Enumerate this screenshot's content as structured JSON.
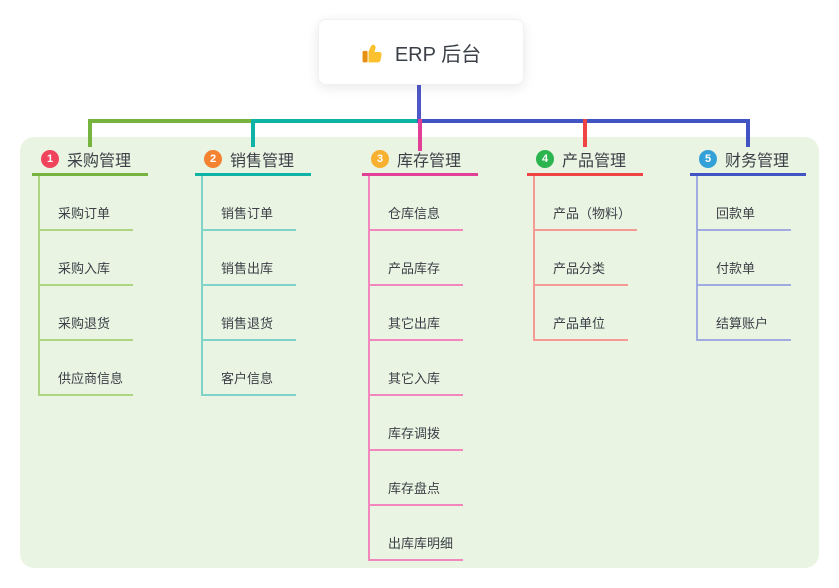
{
  "root": {
    "title": "ERP 后台",
    "icon": "thumbs-up-icon"
  },
  "colors": {
    "canvas_bg": "#ffffff",
    "board_bg": "#e9f5e2",
    "root_stem": "#4f58c9",
    "text": "#3b4048"
  },
  "branches": [
    {
      "badge": "1",
      "label": "采购管理",
      "badge_color": "#f0435c",
      "line_color": "#77b43f",
      "child_line_color": "#aed581",
      "children": [
        "采购订单",
        "采购入库",
        "采购退货",
        "供应商信息"
      ]
    },
    {
      "badge": "2",
      "label": "销售管理",
      "badge_color": "#f58231",
      "line_color": "#0fb3a5",
      "child_line_color": "#7fd3c8",
      "children": [
        "销售订单",
        "销售出库",
        "销售退货",
        "客户信息"
      ]
    },
    {
      "badge": "3",
      "label": "库存管理",
      "badge_color": "#f8b12e",
      "line_color": "#e23f97",
      "child_line_color": "#f287bd",
      "children": [
        "仓库信息",
        "产品库存",
        "其它出库",
        "其它入库",
        "库存调拨",
        "库存盘点",
        "出库库明细"
      ]
    },
    {
      "badge": "4",
      "label": "产品管理",
      "badge_color": "#2cb44f",
      "line_color": "#ef4444",
      "child_line_color": "#f59a95",
      "children": [
        "产品（物料）",
        "产品分类",
        "产品单位"
      ]
    },
    {
      "badge": "5",
      "label": "财务管理",
      "badge_color": "#34a0d8",
      "line_color": "#4253c4",
      "child_line_color": "#a0abe2",
      "children": [
        "回款单",
        "付款单",
        "结算账户"
      ]
    }
  ]
}
